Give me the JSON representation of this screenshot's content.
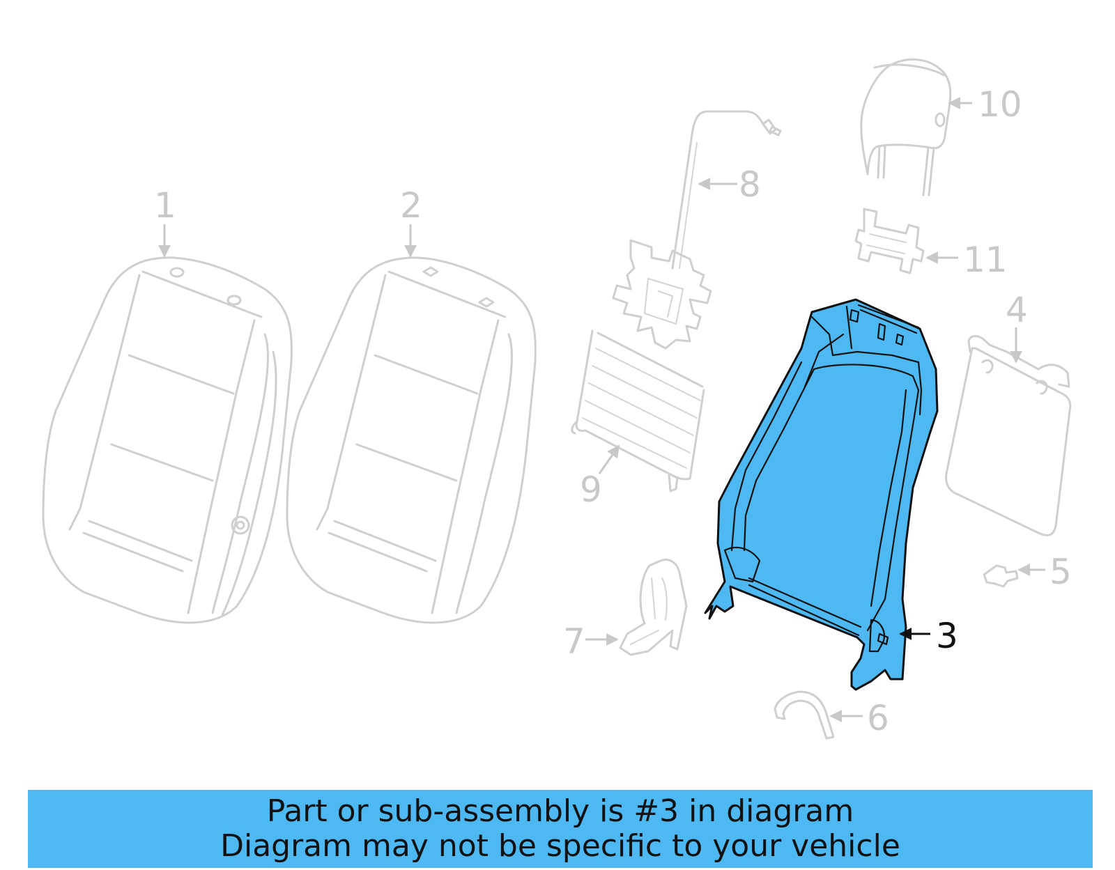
{
  "diagram": {
    "accent_color": "#4db8f2",
    "faded_color": "#cfcfcf",
    "highlighted_callout": "3",
    "callouts": {
      "c1": "1",
      "c2": "2",
      "c3": "3",
      "c4": "4",
      "c5": "5",
      "c6": "6",
      "c7": "7",
      "c8": "8",
      "c9": "9",
      "c10": "10",
      "c11": "11"
    }
  },
  "banner": {
    "line1": "Part or sub-assembly is #3 in diagram",
    "line2": "Diagram may not be specific to your vehicle",
    "background": "#4db8f2"
  }
}
